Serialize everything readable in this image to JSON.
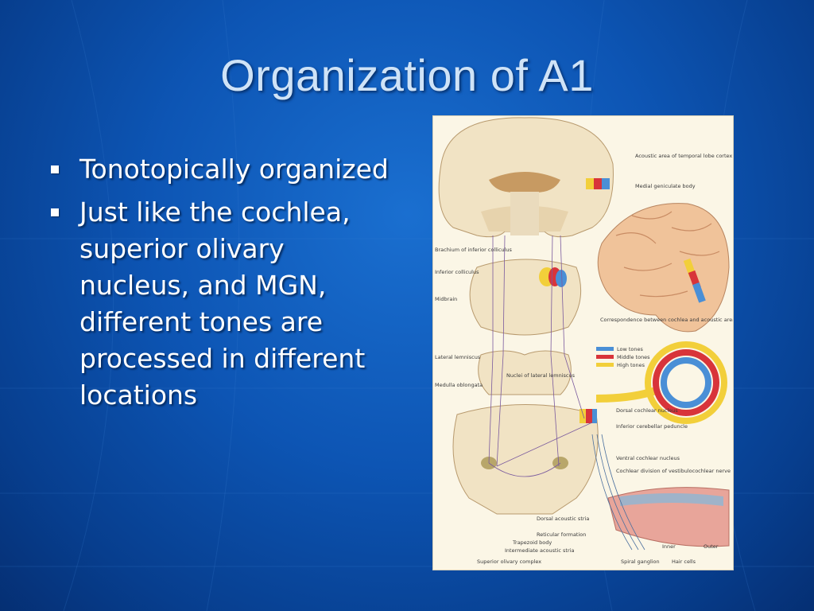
{
  "slide": {
    "title": "Organization of A1",
    "bullets": [
      {
        "text": "Tonotopically organized"
      },
      {
        "text": "Just like the cochlea, superior olivary nucleus, and MGN, different tones are processed in different locations"
      }
    ]
  },
  "figure": {
    "labels": {
      "auditory_area": "Acoustic area of temporal lobe cortex",
      "medial_geniculate": "Medial geniculate body",
      "brachium": "Brachium of inferior colliculus",
      "inferior_colliculus": "Inferior colliculus",
      "midbrain": "Midbrain",
      "correspondence": "Correspondence between cochlea and acoustic area of cortex",
      "lateral_lemniscus": "Lateral lemniscus",
      "nuclei_lateral_lemniscus": "Nuclei of lateral lemniscus",
      "medulla": "Medulla oblongata",
      "dorsal_cochlear": "Dorsal cochlear nucleus",
      "inferior_cerebellar": "Inferior cerebellar peduncle",
      "ventral_cochlear": "Ventral cochlear nucleus",
      "cochlear_division": "Cochlear division of vestibulocochlear nerve",
      "dorsal_acoustic_stria": "Dorsal acoustic stria",
      "reticular_formation": "Reticular formation",
      "trapezoid_body": "Trapezoid body",
      "intermediate_stria": "Intermediate acoustic stria",
      "superior_olivary": "Superior olivary complex",
      "spiral_ganglion": "Spiral ganglion",
      "inner": "Inner",
      "outer": "Outer",
      "hair_cells": "Hair cells"
    },
    "legend": [
      {
        "label": "Low tones",
        "color": "#4a8fd6"
      },
      {
        "label": "Middle tones",
        "color": "#d8343a"
      },
      {
        "label": "High tones",
        "color": "#f2cf3a"
      }
    ]
  },
  "colors": {
    "background": "#0d55b4",
    "title": "#cfe3f7",
    "text": "#ffffff",
    "figure_bg": "#fbf6e6"
  }
}
